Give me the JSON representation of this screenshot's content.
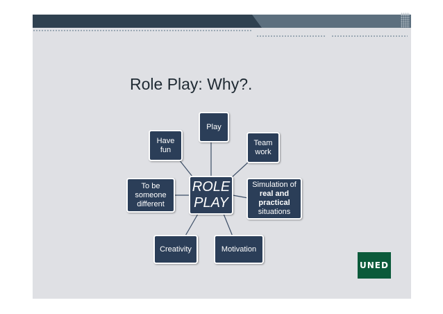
{
  "title": "Role Play: Why?.",
  "center": {
    "line1": "ROLE",
    "line2": "PLAY"
  },
  "nodes": {
    "play": {
      "text": "Play"
    },
    "have_fun": {
      "line1": "Have",
      "line2": "fun"
    },
    "team_work": {
      "line1": "Team",
      "line2": "work"
    },
    "to_be": {
      "line1": "To be",
      "line2": "someone",
      "line3": "different"
    },
    "simulation": {
      "line1": "Simulation of",
      "line2": "real and",
      "line3": "practical",
      "line4": "situations"
    },
    "creativity": {
      "text": "Creativity"
    },
    "motivation": {
      "text": "Motivation"
    }
  },
  "logo": {
    "text": "UNED",
    "color": "#0b5a3a"
  },
  "colors": {
    "node": "#2b3e58",
    "bar": "#2f4150",
    "slide": "#dfe0e4"
  }
}
